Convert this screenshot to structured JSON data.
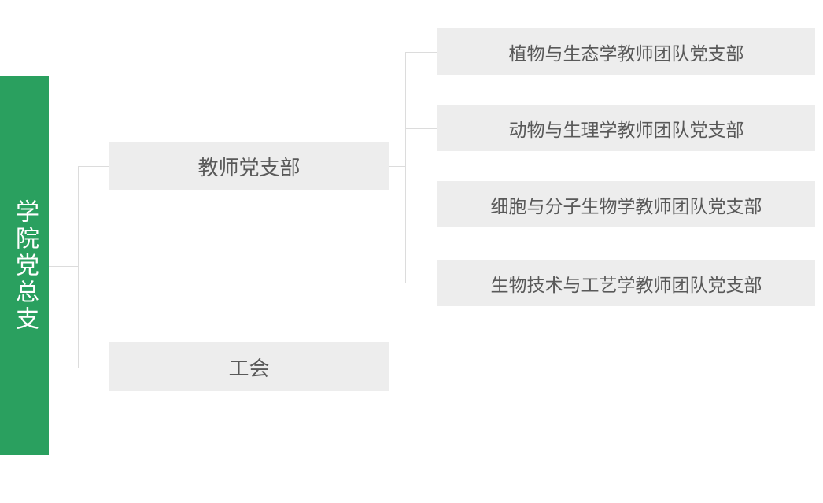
{
  "diagram": {
    "type": "organization-chart",
    "orientation": "left-to-right",
    "background_color": "#FFFFFF",
    "root": {
      "label": "学院党总支",
      "text_orientation": "vertical",
      "background_color": "#2AA05F",
      "text_color": "#FFFFFF"
    },
    "node_style": {
      "background_color": "#EDEDED",
      "text_color": "#595959",
      "connector_color": "#DCDCDC"
    },
    "level2": [
      {
        "label": "教师党支部"
      },
      {
        "label": "工会"
      }
    ],
    "level3": [
      {
        "label": "植物与生态学教师团队党支部"
      },
      {
        "label": "动物与生理学教师团队党支部"
      },
      {
        "label": "细胞与分子生物学教师团队党支部"
      },
      {
        "label": "生物技术与工艺学教师团队党支部"
      }
    ]
  }
}
